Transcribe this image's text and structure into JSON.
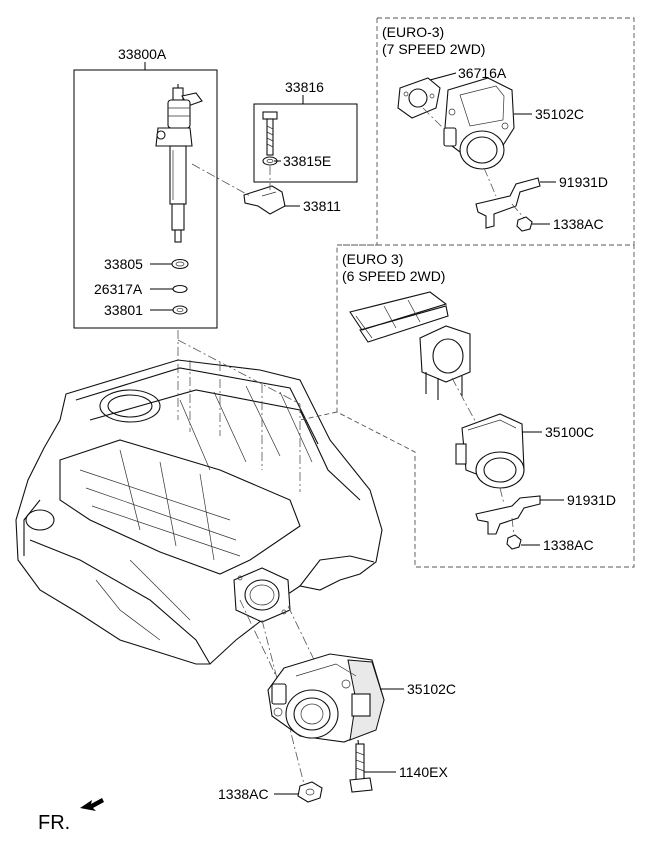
{
  "diagram": {
    "groups": {
      "euro3_7speed": {
        "line1": "(EURO-3)",
        "line2": "(7 SPEED 2WD)"
      },
      "euro3_6speed": {
        "line1": "(EURO 3)",
        "line2": "(6 SPEED 2WD)"
      }
    },
    "parts": {
      "injector_assy": "33800A",
      "injector_bolt_kit": "33816",
      "washer": "33815E",
      "clamp": "33811",
      "injector_seal": "33805",
      "o_ring": "26317A",
      "copper_washer": "33801",
      "gasket_7spd": "36716A",
      "throttle_body_7spd": "35102C",
      "bracket_7spd": "91931D",
      "nut_7spd": "1338AC",
      "throttle_body_6spd": "35100C",
      "bracket_6spd": "91931D",
      "nut_6spd": "1338AC",
      "throttle_body_main": "35102C",
      "bolt_main": "1140EX",
      "nut_main": "1338AC"
    },
    "direction_marker": "FR."
  }
}
